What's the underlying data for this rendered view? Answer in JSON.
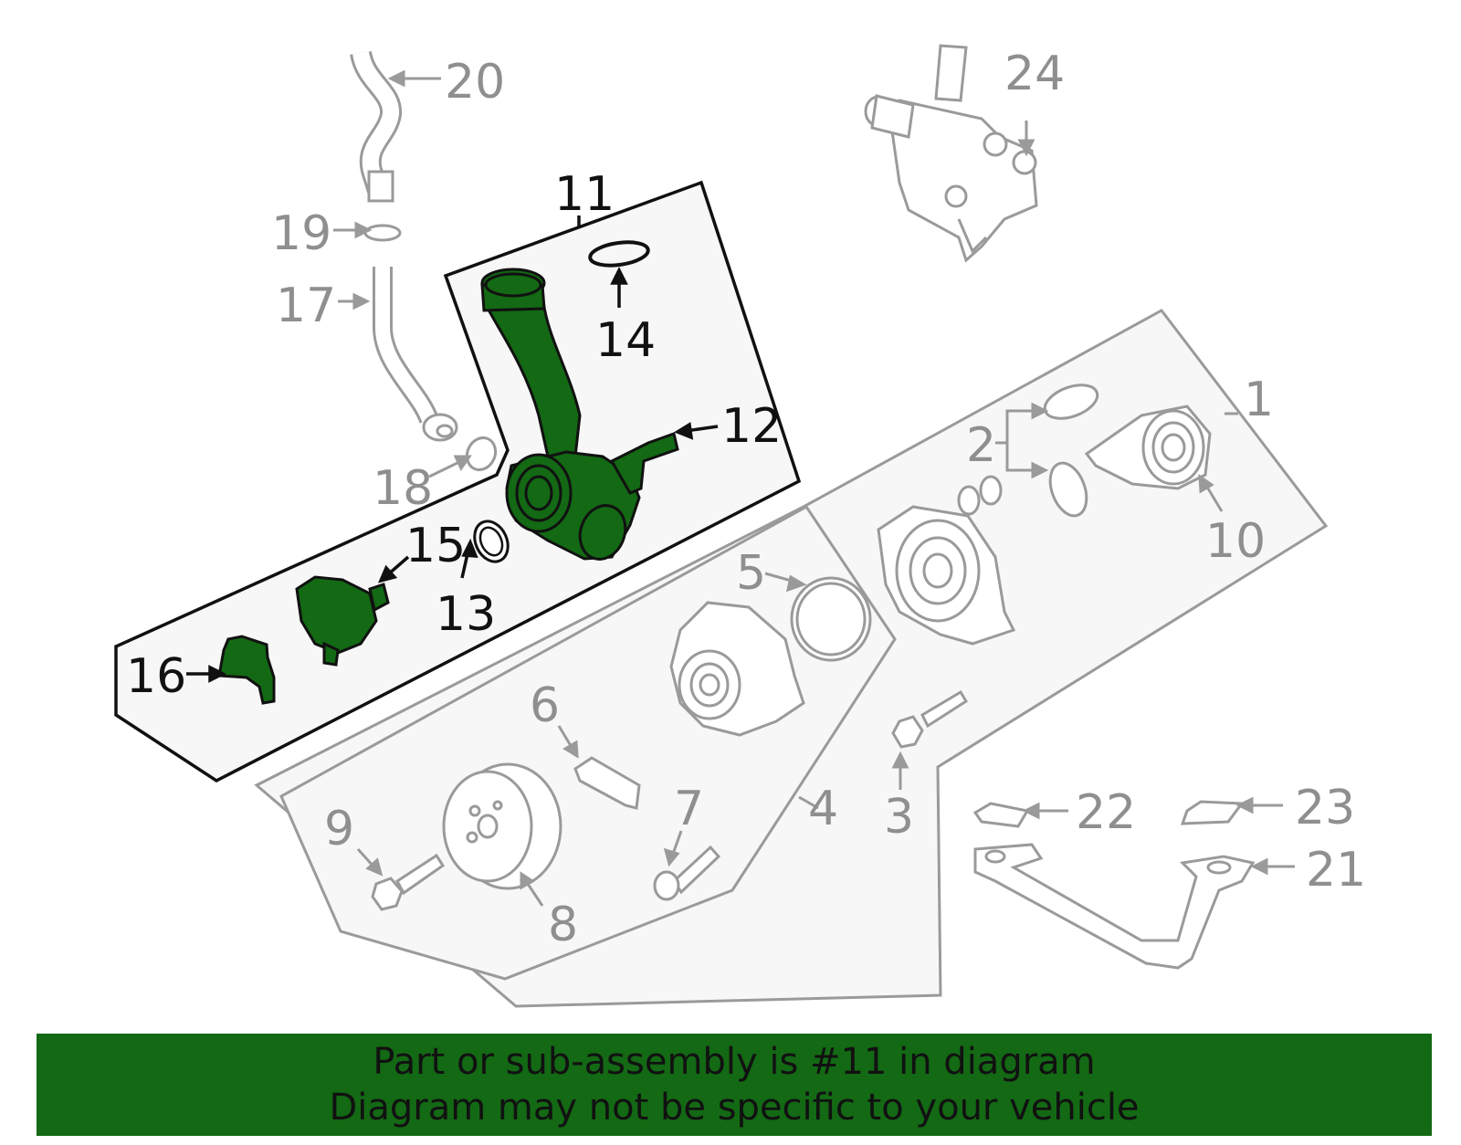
{
  "colors": {
    "highlight_fill": "#136914",
    "highlight_outline": "#111111",
    "gray_line": "#9a9a9a",
    "gray_text": "#8f8f8f",
    "panel_fill": "#f7f7f7",
    "banner_bg": "#136914"
  },
  "callouts": {
    "c1": "1",
    "c2": "2",
    "c3": "3",
    "c4": "4",
    "c5": "5",
    "c6": "6",
    "c7": "7",
    "c8": "8",
    "c9": "9",
    "c10": "10",
    "c11": "11",
    "c12": "12",
    "c13": "13",
    "c14": "14",
    "c15": "15",
    "c16": "16",
    "c17": "17",
    "c18": "18",
    "c19": "19",
    "c20": "20",
    "c21": "21",
    "c22": "22",
    "c23": "23",
    "c24": "24"
  },
  "banner": {
    "line1": "Part or sub-assembly is #11 in diagram",
    "line2": "Diagram may not be specific to your vehicle"
  }
}
